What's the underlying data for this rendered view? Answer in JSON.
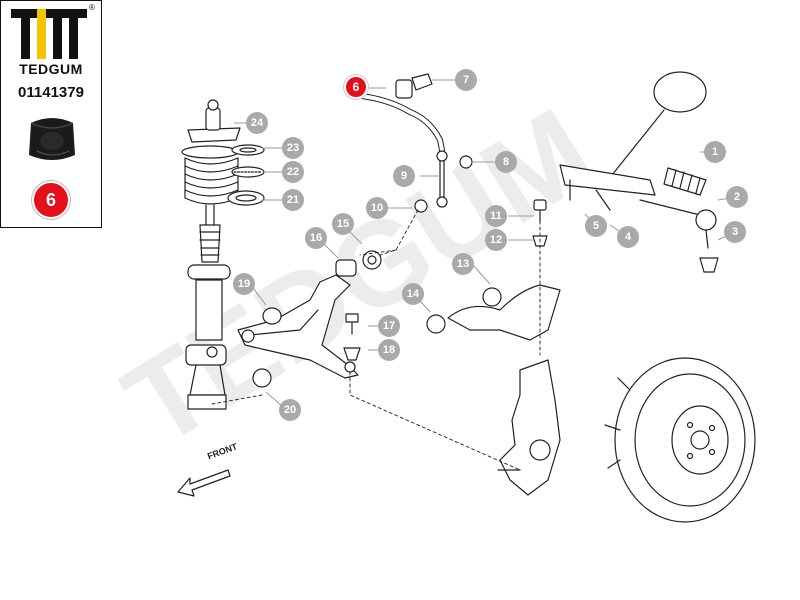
{
  "brand": {
    "name": "TEDGUM",
    "registered_mark": "®",
    "part_number": "01141379",
    "highlight_number": "6"
  },
  "diagram": {
    "front_label": "FRONT",
    "watermark": "TEDGUM",
    "callouts": [
      {
        "number": "1",
        "name": "callout-1",
        "highlight": false
      },
      {
        "number": "2",
        "name": "callout-2",
        "highlight": false
      },
      {
        "number": "3",
        "name": "callout-3",
        "highlight": false
      },
      {
        "number": "4",
        "name": "callout-4",
        "highlight": false
      },
      {
        "number": "5",
        "name": "callout-5",
        "highlight": false
      },
      {
        "number": "6",
        "name": "callout-6",
        "highlight": true
      },
      {
        "number": "7",
        "name": "callout-7",
        "highlight": false
      },
      {
        "number": "8",
        "name": "callout-8",
        "highlight": false
      },
      {
        "number": "9",
        "name": "callout-9",
        "highlight": false
      },
      {
        "number": "10",
        "name": "callout-10",
        "highlight": false
      },
      {
        "number": "11",
        "name": "callout-11",
        "highlight": false
      },
      {
        "number": "12",
        "name": "callout-12",
        "highlight": false
      },
      {
        "number": "13",
        "name": "callout-13",
        "highlight": false
      },
      {
        "number": "14",
        "name": "callout-14",
        "highlight": false
      },
      {
        "number": "15",
        "name": "callout-15",
        "highlight": false
      },
      {
        "number": "16",
        "name": "callout-16",
        "highlight": false
      },
      {
        "number": "17",
        "name": "callout-17",
        "highlight": false
      },
      {
        "number": "18",
        "name": "callout-18",
        "highlight": false
      },
      {
        "number": "19",
        "name": "callout-19",
        "highlight": false
      },
      {
        "number": "20",
        "name": "callout-20",
        "highlight": false
      },
      {
        "number": "21",
        "name": "callout-21",
        "highlight": false
      },
      {
        "number": "22",
        "name": "callout-22",
        "highlight": false
      },
      {
        "number": "23",
        "name": "callout-23",
        "highlight": false
      },
      {
        "number": "24",
        "name": "callout-24",
        "highlight": false
      }
    ]
  },
  "colors": {
    "highlight": "#e3101c",
    "callout": "#a9a9a9",
    "line": "#222222",
    "watermark": "#ececec"
  }
}
